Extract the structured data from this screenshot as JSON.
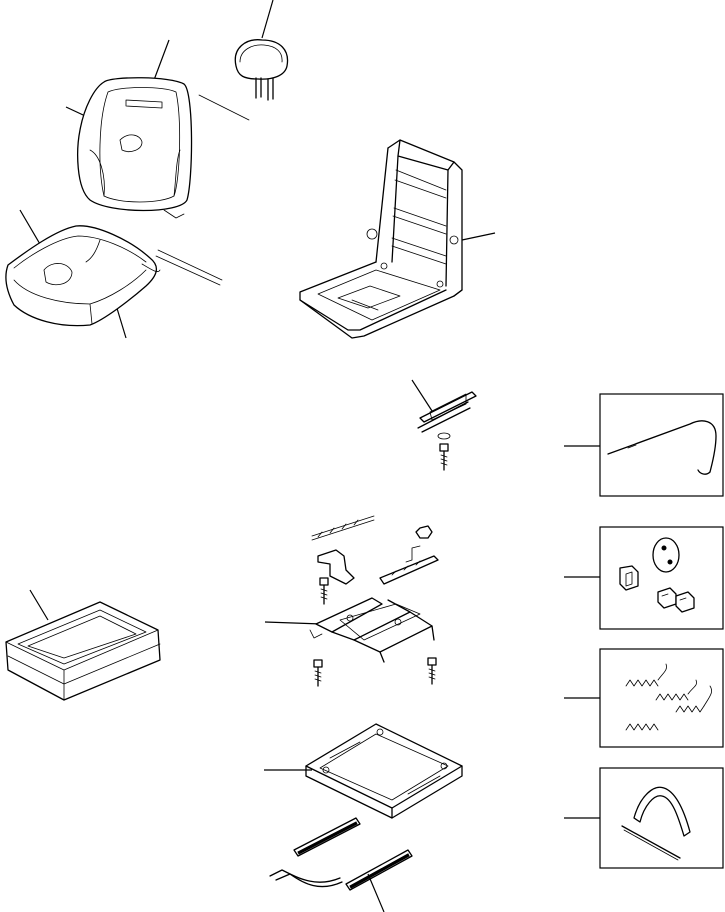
{
  "diagram": {
    "parts": [
      {
        "name": "headrest",
        "icon": "headrest-icon"
      },
      {
        "name": "seat-back-cushion",
        "icon": "seat-back-icon"
      },
      {
        "name": "seat-cushion",
        "icon": "seat-cushion-icon"
      },
      {
        "name": "seat-frame",
        "icon": "seat-frame-icon"
      },
      {
        "name": "seat-cover-tray",
        "icon": "tray-icon"
      },
      {
        "name": "slide-rail-bracket",
        "icon": "rail-bracket-icon"
      },
      {
        "name": "adjuster-assembly",
        "icon": "adjuster-icon"
      },
      {
        "name": "base-frame",
        "icon": "base-frame-icon"
      },
      {
        "name": "slide-rails",
        "icon": "slide-rail-icon"
      },
      {
        "name": "cable-kit",
        "icon": "cable-icon"
      },
      {
        "name": "bushing-kit",
        "icon": "bushing-icon"
      },
      {
        "name": "spring-kit",
        "icon": "spring-icon"
      },
      {
        "name": "strap-kit",
        "icon": "strap-icon"
      }
    ],
    "colors": {
      "line": "#000000",
      "background": "#ffffff"
    }
  }
}
